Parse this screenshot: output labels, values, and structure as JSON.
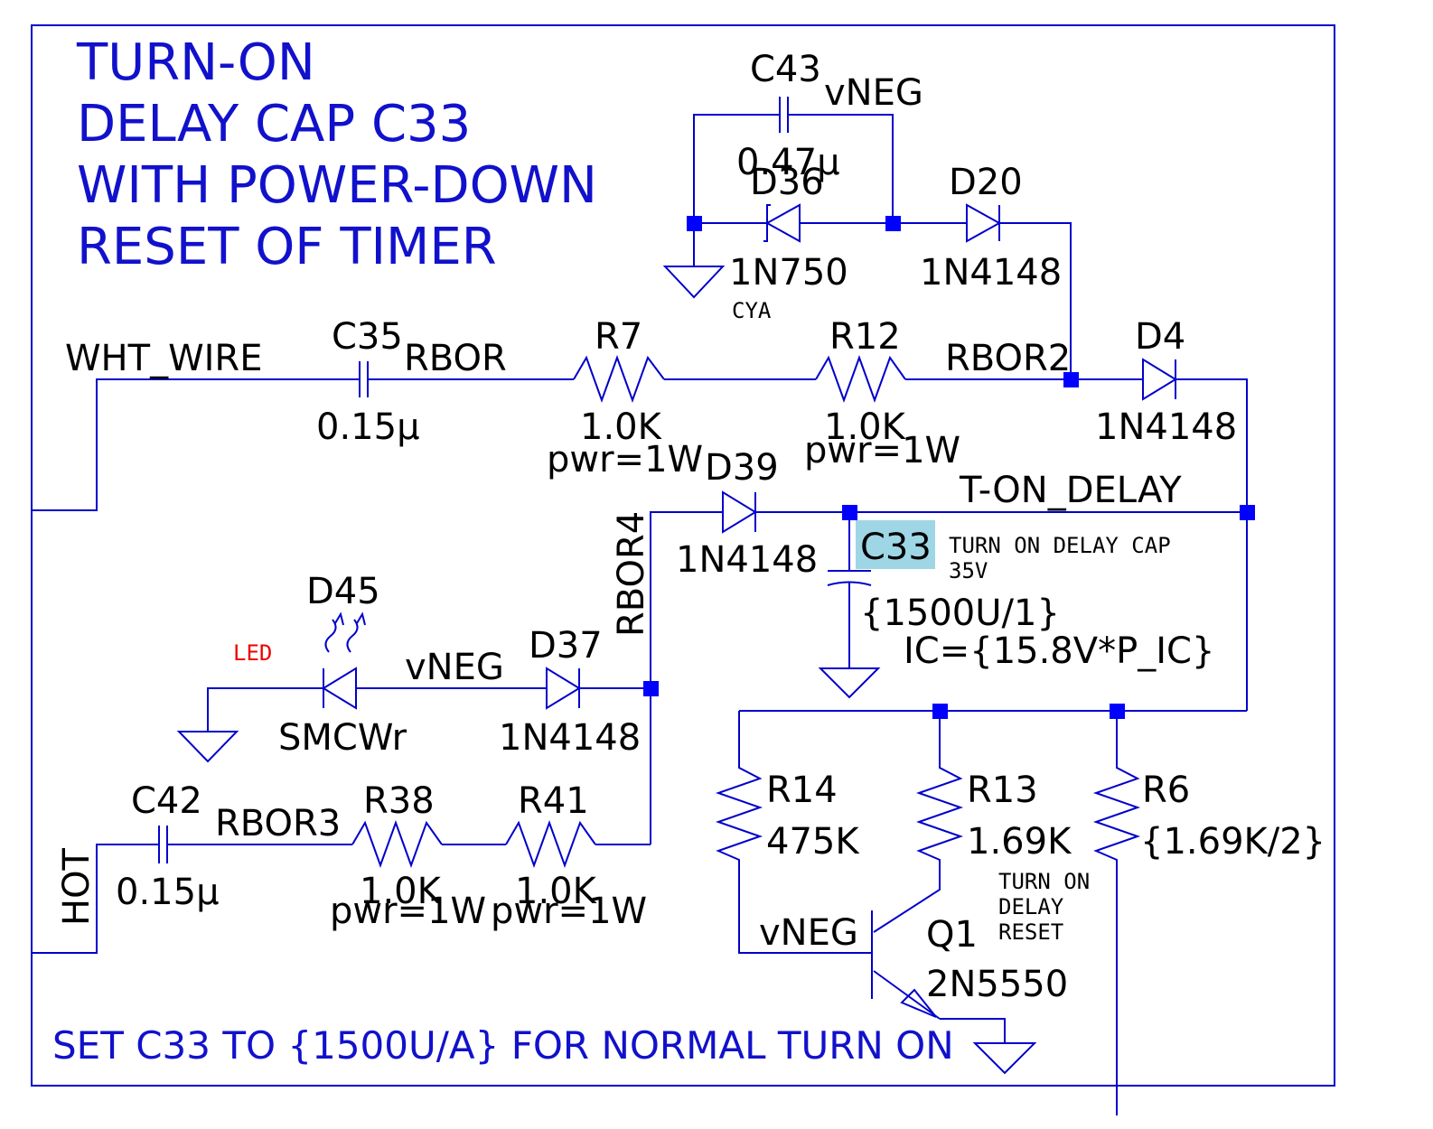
{
  "title_lines": [
    "TURN-ON",
    "DELAY CAP C33",
    "WITH POWER-DOWN",
    "RESET OF TIMER"
  ],
  "footer_note": "SET C33 TO {1500U/A} FOR NORMAL TURN ON",
  "nets": {
    "wht_wire": "WHT_WIRE",
    "rbor": "RBOR",
    "rbor2": "RBOR2",
    "rbor3": "RBOR3",
    "rbor4": "RBOR4",
    "t_on_delay": "T-ON_DELAY",
    "vneg_top": "vNEG",
    "vneg_led": "vNEG",
    "vneg_q1": "vNEG",
    "hot": "HOT"
  },
  "components": {
    "c43": {
      "ref": "C43",
      "value": "0.47µ"
    },
    "d36": {
      "ref": "D36",
      "value": "1N750",
      "note": "CYA"
    },
    "d20": {
      "ref": "D20",
      "value": "1N4148"
    },
    "c35": {
      "ref": "C35",
      "value": "0.15µ"
    },
    "r7": {
      "ref": "R7",
      "value": "1.0K",
      "pwr": "pwr=1W"
    },
    "r12": {
      "ref": "R12",
      "value": "1.0K",
      "pwr": "pwr=1W"
    },
    "d4": {
      "ref": "D4",
      "value": "1N4148"
    },
    "d39": {
      "ref": "D39",
      "value": "1N4148"
    },
    "c33": {
      "ref": "C33",
      "note1": "TURN ON DELAY CAP",
      "note2": "35V",
      "value": "{1500U/1}",
      "ic": "IC={15.8V*P_IC}"
    },
    "d45": {
      "ref": "D45",
      "value": "SMCWr",
      "note": "LED"
    },
    "d37": {
      "ref": "D37",
      "value": "1N4148"
    },
    "c42": {
      "ref": "C42",
      "value": "0.15µ"
    },
    "r38": {
      "ref": "R38",
      "value": "1.0K",
      "pwr": "pwr=1W"
    },
    "r41": {
      "ref": "R41",
      "value": "1.0K",
      "pwr": "pwr=1W"
    },
    "r14": {
      "ref": "R14",
      "value": "475K"
    },
    "r13": {
      "ref": "R13",
      "value": "1.69K"
    },
    "r6": {
      "ref": "R6",
      "value": "{1.69K/2}"
    },
    "q1": {
      "ref": "Q1",
      "value": "2N5550",
      "note1": "TURN ON",
      "note2": "DELAY",
      "note3": "RESET"
    }
  },
  "colors": {
    "wire": "#0000cc",
    "junction": "#0000ff",
    "annotation": "#1111cc",
    "highlight": "#9fd6e6",
    "led_note": "#ee0000"
  }
}
